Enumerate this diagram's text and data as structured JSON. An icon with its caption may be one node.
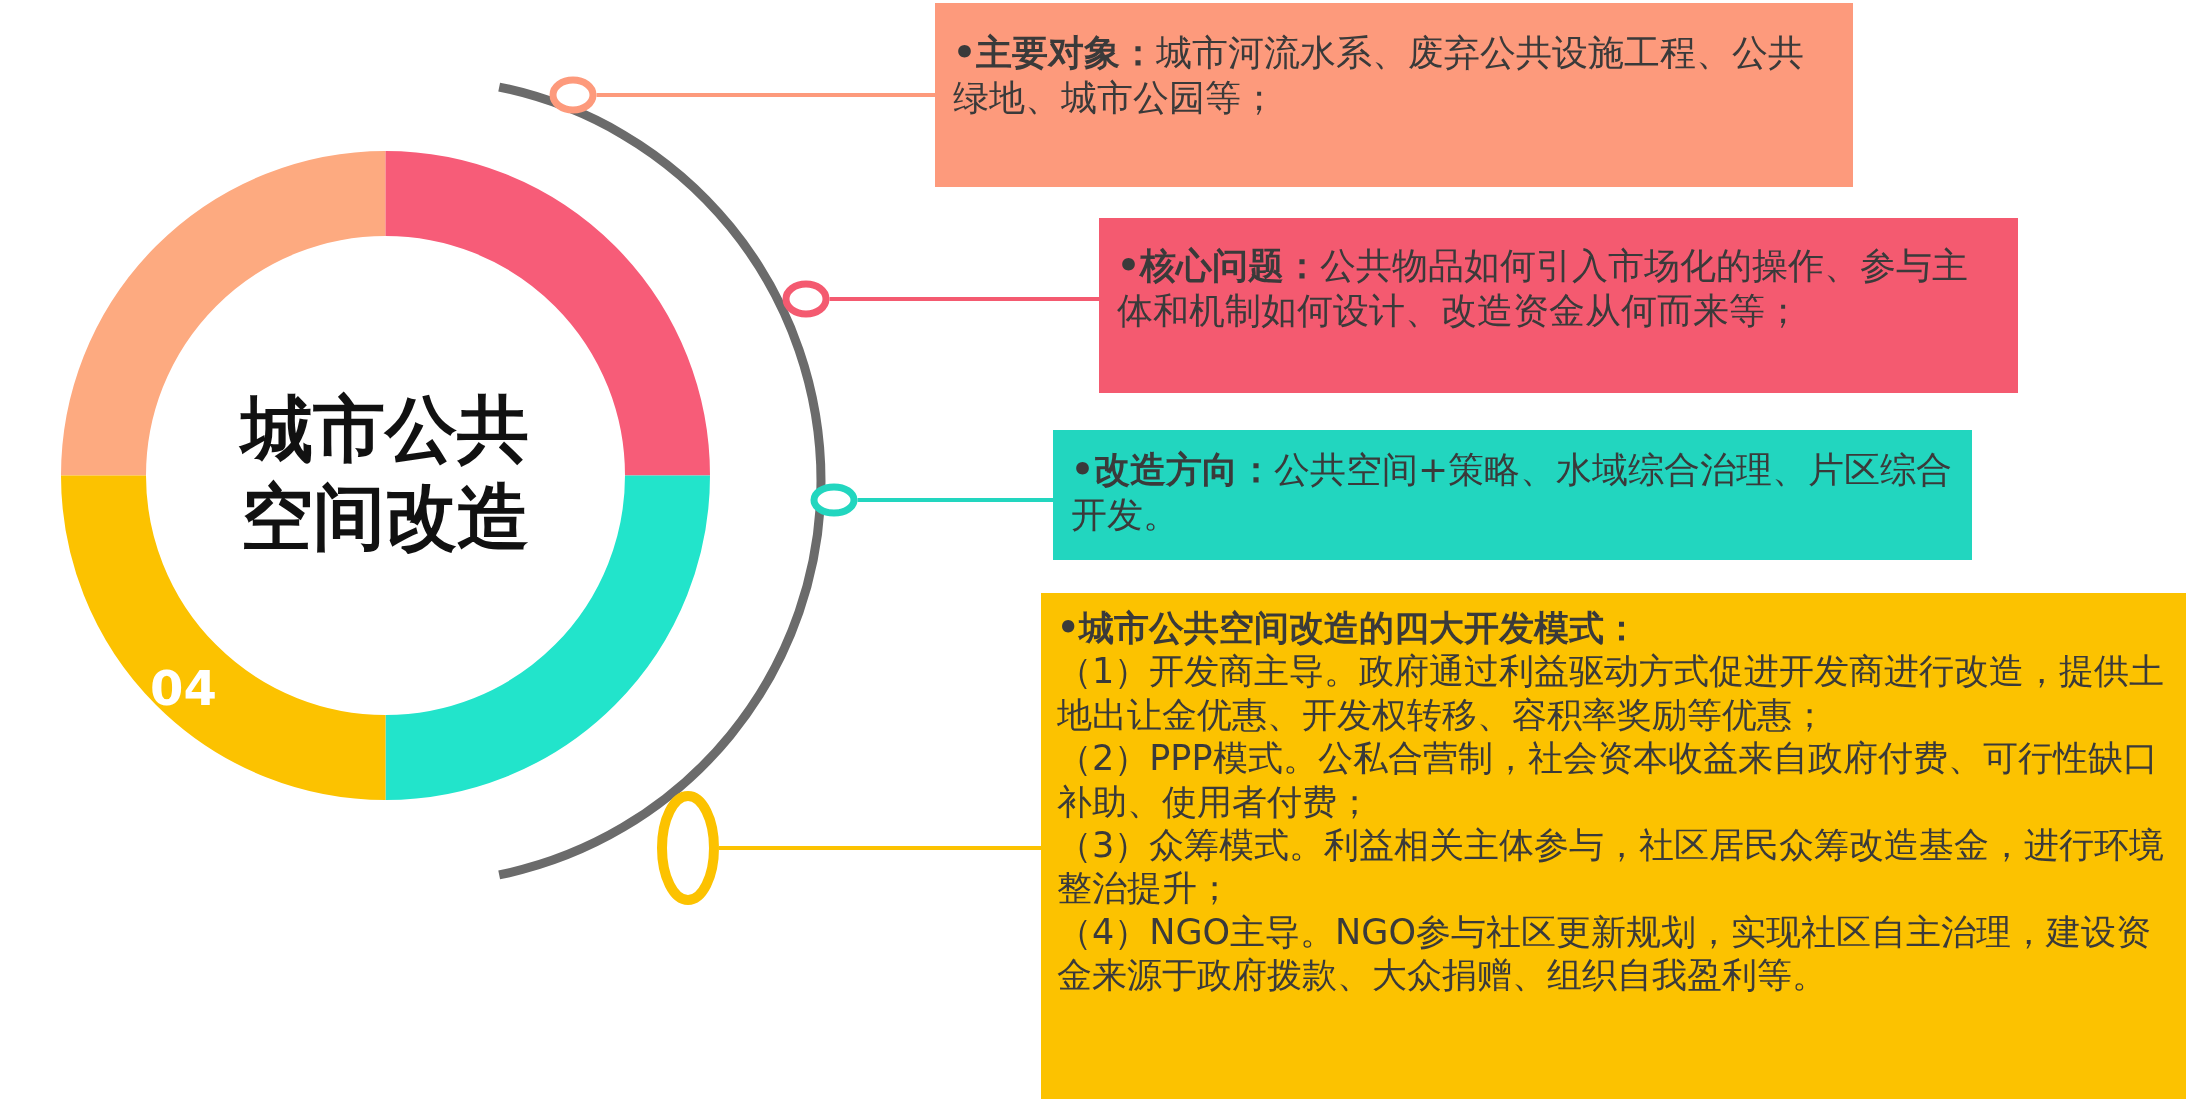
{
  "diagram": {
    "nodes": [
      {
        "text": [
          "城市公共空间改造"
        ]
      },
      {
        "text": [],
        "shape": "circle"
      },
      {
        "text": [
          "**•主要对象：**城市河流水系、废弃公共设施工程、公共绿地、城市公园等；"
        ]
      },
      {
        "text": [],
        "shape": "circle"
      },
      {
        "text": [
          "**•核心问题：**公共物品如何引入市场化的操作、参与主体和机制如何设计、改造资金从何而来等；"
        ]
      },
      {
        "text": [],
        "shape": "circle"
      },
      {
        "text": [
          "**•改造方向：**公共空间+策略、水域综合治理、片区综合开发。"
        ]
      },
      {
        "text": [],
        "shape": "circle"
      },
      {
        "text": [
          "•城市公共空间改造的四大开发模式：",
          "（1）开发商主导。政府通过利益驱动方式促进开发商进行改造，提供土地出让金优惠、开发权转移、容积率奖励等优惠；",
          "（2）PPP模式。公私合营制，社会资本收益来自政府付费、可行性缺口补助、使用者付费；",
          "（3）众筹模式。利益相关主体参与，社区居民众筹改造基金，进行环境整治提升；",
          "（4）NGO主导。NGO参与社区更新规划，实现社区自主治理，建设资金来源于政府拨款、大众捐赠、组织自我盈利等。"
        ]
      }
    ],
    "edges": [
      {
        "from": 1,
        "to": 2,
        "arrow": "none",
        "color": "#fd9a7c"
      },
      {
        "from": 3,
        "to": 4,
        "arrow": "none",
        "color": "#f45a70"
      },
      {
        "from": 5,
        "to": 6,
        "arrow": "none",
        "color": "#22d6bf"
      },
      {
        "from": 7,
        "to": 8,
        "arrow": "none",
        "color": "#fcc200"
      }
    ],
    "labels": [
      "04"
    ]
  }
}
